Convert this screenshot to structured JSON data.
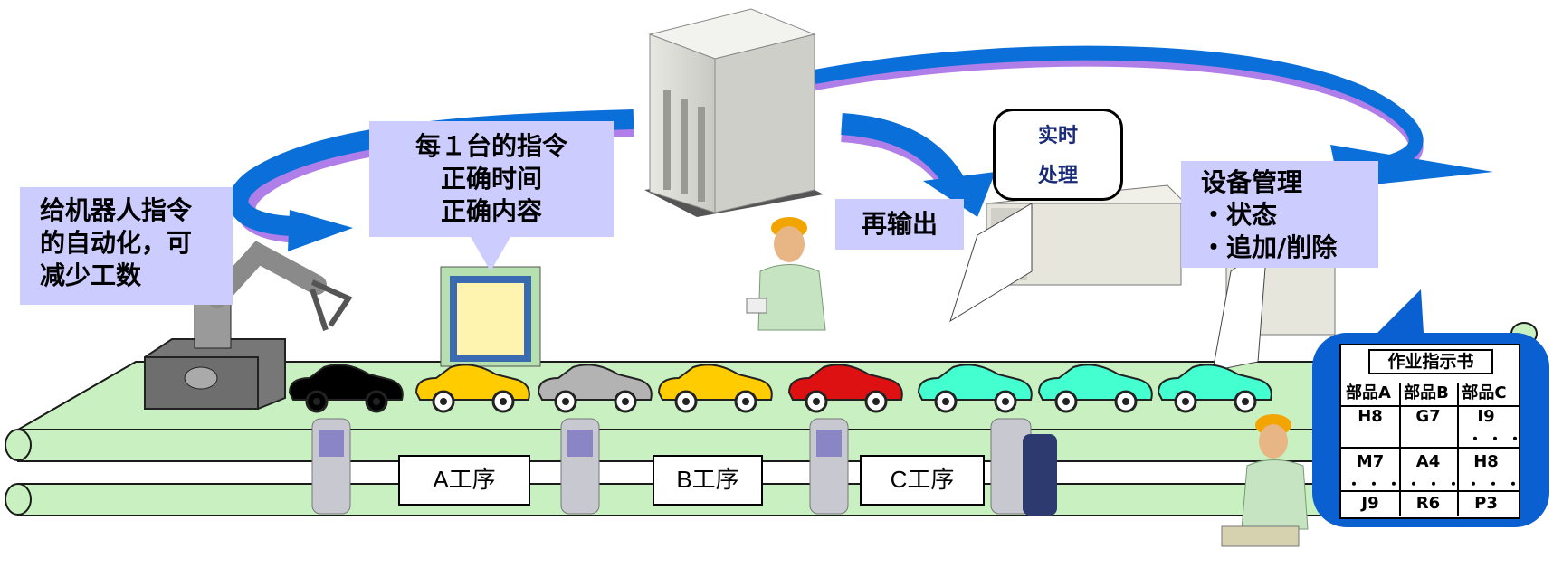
{
  "boxes": {
    "robot_lines": [
      "给机器人指令",
      "的自动化，可",
      "减少工数"
    ],
    "command_lines": [
      "每１台的指令",
      "正确时间",
      "正确内容"
    ],
    "reoutput": "再输出",
    "equipment_lines": [
      "设备管理",
      "・状态",
      "・追加/削除"
    ]
  },
  "bubble_lines": [
    "实时",
    "处理"
  ],
  "steps": [
    "A工序",
    "B工序",
    "C工序"
  ],
  "instruction_sheet": {
    "title": "作业指示书",
    "headers": [
      "部品A",
      "部品B",
      "部品C"
    ],
    "rows": [
      [
        "H8",
        "G7",
        "I9"
      ],
      [
        "M7",
        "A4",
        "H8"
      ],
      [
        "J9",
        "R6",
        "P3"
      ]
    ]
  },
  "car_colors": [
    "#000000",
    "#ffcc00",
    "#b3b3b3",
    "#ffcc00",
    "#dd1111",
    "#44ffd0",
    "#44ffd0",
    "#44ffd0"
  ],
  "colors": {
    "label_bg": "#ccccff",
    "arrow_blue": "#0a6fd8",
    "arrow_shadow": "#b07ee8",
    "belt": "#c8f0c0",
    "bubble_blue": "#0a60d0"
  }
}
